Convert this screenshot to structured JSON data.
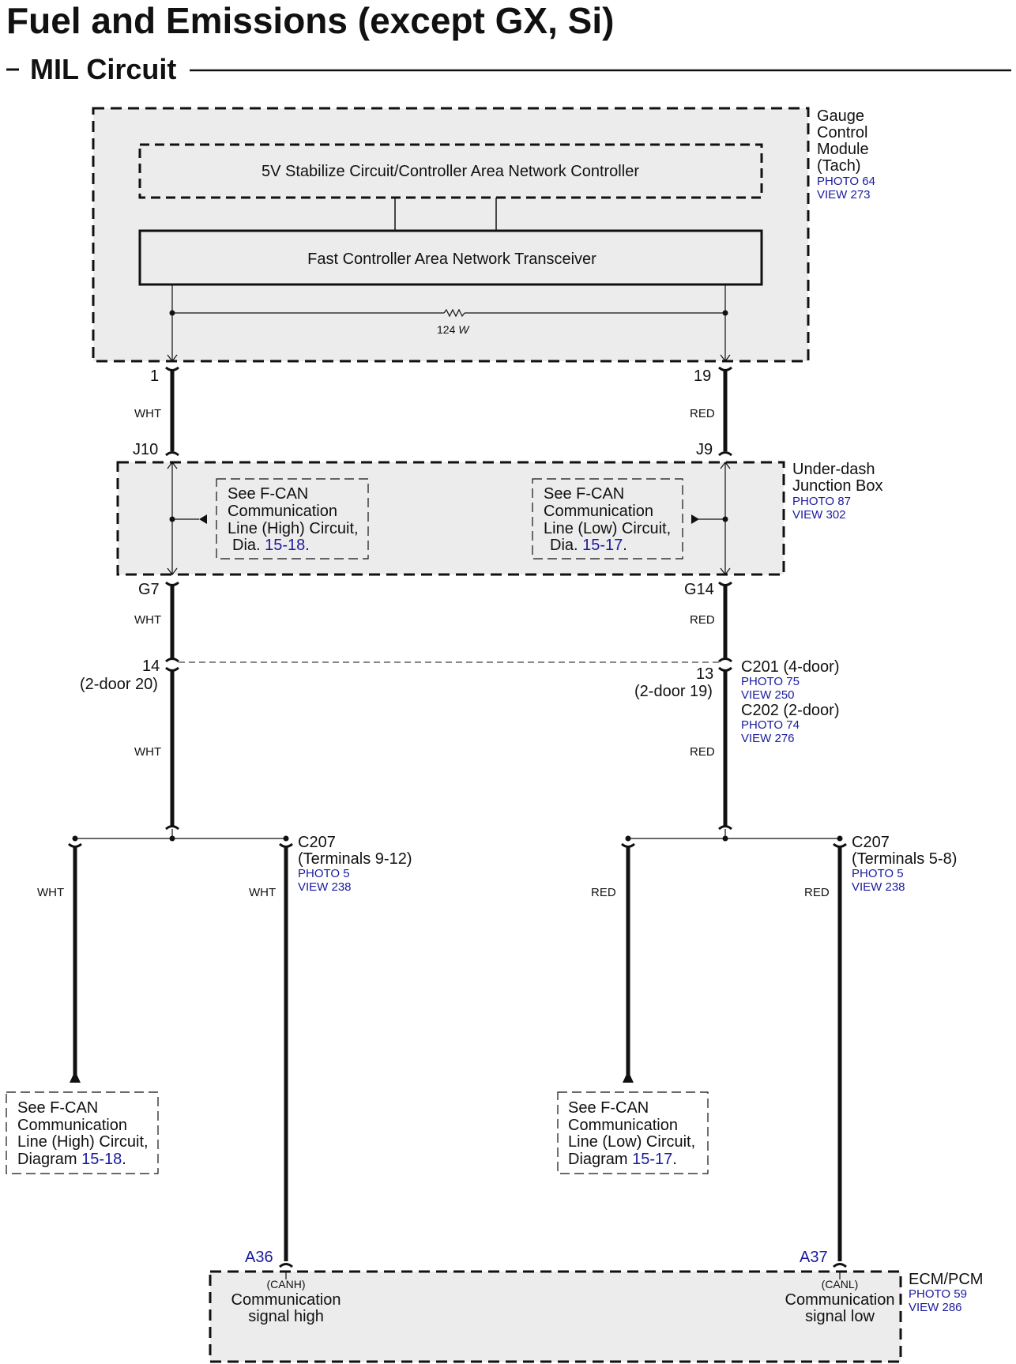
{
  "title": "Fuel and Emissions (except GX, Si)",
  "subtitle": "MIL Circuit",
  "gauge_module": {
    "name_lines": [
      "Gauge",
      "Control",
      "Module",
      "(Tach)"
    ],
    "photo": "PHOTO 64",
    "view": "VIEW 273",
    "stabilize_label": "5V Stabilize Circuit/Controller Area Network Controller",
    "transceiver_label": "Fast Controller Area Network Transceiver",
    "resistor_value": "124",
    "resistor_unit": "W",
    "pin_left": "1",
    "pin_right": "19"
  },
  "junction_box": {
    "name_lines": [
      "Under-dash",
      "Junction Box"
    ],
    "photo": "PHOTO 87",
    "view": "VIEW 302",
    "pin_top_left": "J10",
    "pin_top_right": "J9",
    "pin_bottom_left": "G7",
    "pin_bottom_right": "G14",
    "ref_left": {
      "lines": [
        "See F-CAN",
        "Communication",
        "Line (High) Circuit,"
      ],
      "dia_prefix": "Dia.",
      "dia_num": "15-18",
      "dia_suffix": "."
    },
    "ref_right": {
      "lines": [
        "See F-CAN",
        "Communication",
        "Line (Low) Circuit,"
      ],
      "dia_prefix": "Dia.",
      "dia_num": "15-17",
      "dia_suffix": "."
    }
  },
  "wire_colors": {
    "left": "WHT",
    "right": "RED"
  },
  "connector_c201": {
    "left_pin": "14",
    "left_pin_alt": "(2-door 20)",
    "right_pin": "13",
    "right_pin_alt": "(2-door 19)",
    "c201_label": "C201 (4-door)",
    "c201_photo": "PHOTO 75",
    "c201_view": "VIEW 250",
    "c202_label": "C202 (2-door)",
    "c202_photo": "PHOTO 74",
    "c202_view": "VIEW 276"
  },
  "connector_c207_left": {
    "label": "C207",
    "terminals": "(Terminals 9-12)",
    "photo": "PHOTO 5",
    "view": "VIEW 238"
  },
  "connector_c207_right": {
    "label": "C207",
    "terminals": "(Terminals 5-8)",
    "photo": "PHOTO 5",
    "view": "VIEW 238"
  },
  "bottom_refs": {
    "left": {
      "lines": [
        "See F-CAN",
        "Communication",
        "Line (High) Circuit,"
      ],
      "dia_prefix": "Diagram",
      "dia_num": "15-18",
      "dia_suffix": "."
    },
    "right": {
      "lines": [
        "See F-CAN",
        "Communication",
        "Line (Low) Circuit,"
      ],
      "dia_prefix": "Diagram",
      "dia_num": "15-17",
      "dia_suffix": "."
    }
  },
  "ecm": {
    "name": "ECM/PCM",
    "photo": "PHOTO 59",
    "view": "VIEW 286",
    "pin_left": "A36",
    "pin_right": "A37",
    "canh_tag": "(CANH)",
    "canh_lines": [
      "Communication",
      "signal high"
    ],
    "canl_tag": "(CANL)",
    "canl_lines": [
      "Communication",
      "signal low"
    ]
  },
  "colors": {
    "module_fill": "#ececec",
    "link_blue": "#1a1aa0",
    "line": "#111111"
  }
}
